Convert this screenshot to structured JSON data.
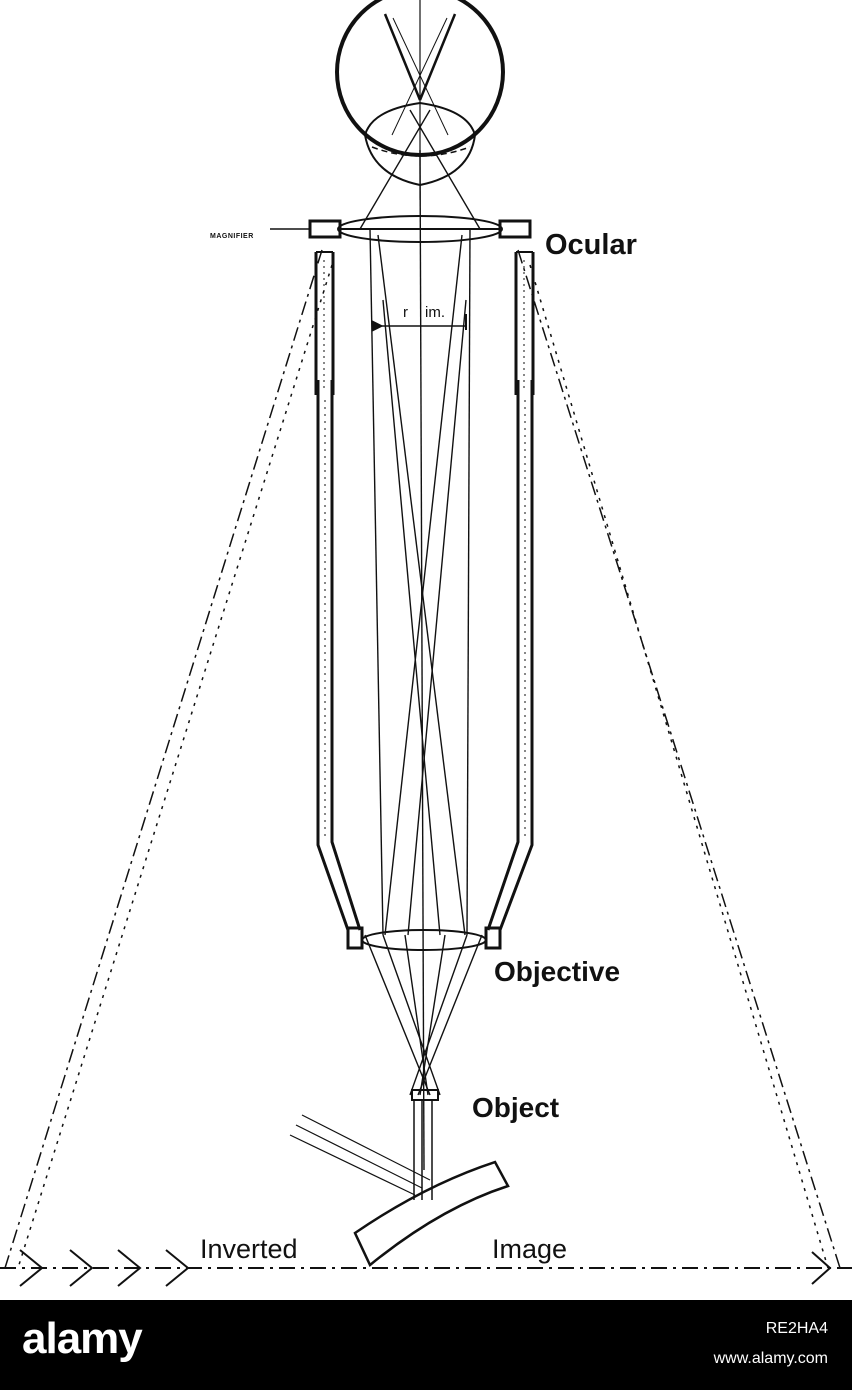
{
  "diagram": {
    "labels": {
      "magnifier": "MAGNIFIER",
      "ocular": "Ocular",
      "r": "r",
      "im": "im.",
      "objective": "Objective",
      "object": "Object",
      "inverted": "Inverted",
      "image": "Image"
    },
    "colors": {
      "ink": "#111111",
      "background": "#ffffff"
    }
  },
  "footer": {
    "brand": "alamy",
    "image_id": "RE2HA4",
    "url": "www.alamy.com",
    "colors": {
      "background": "#000000",
      "text": "#ffffff"
    }
  }
}
